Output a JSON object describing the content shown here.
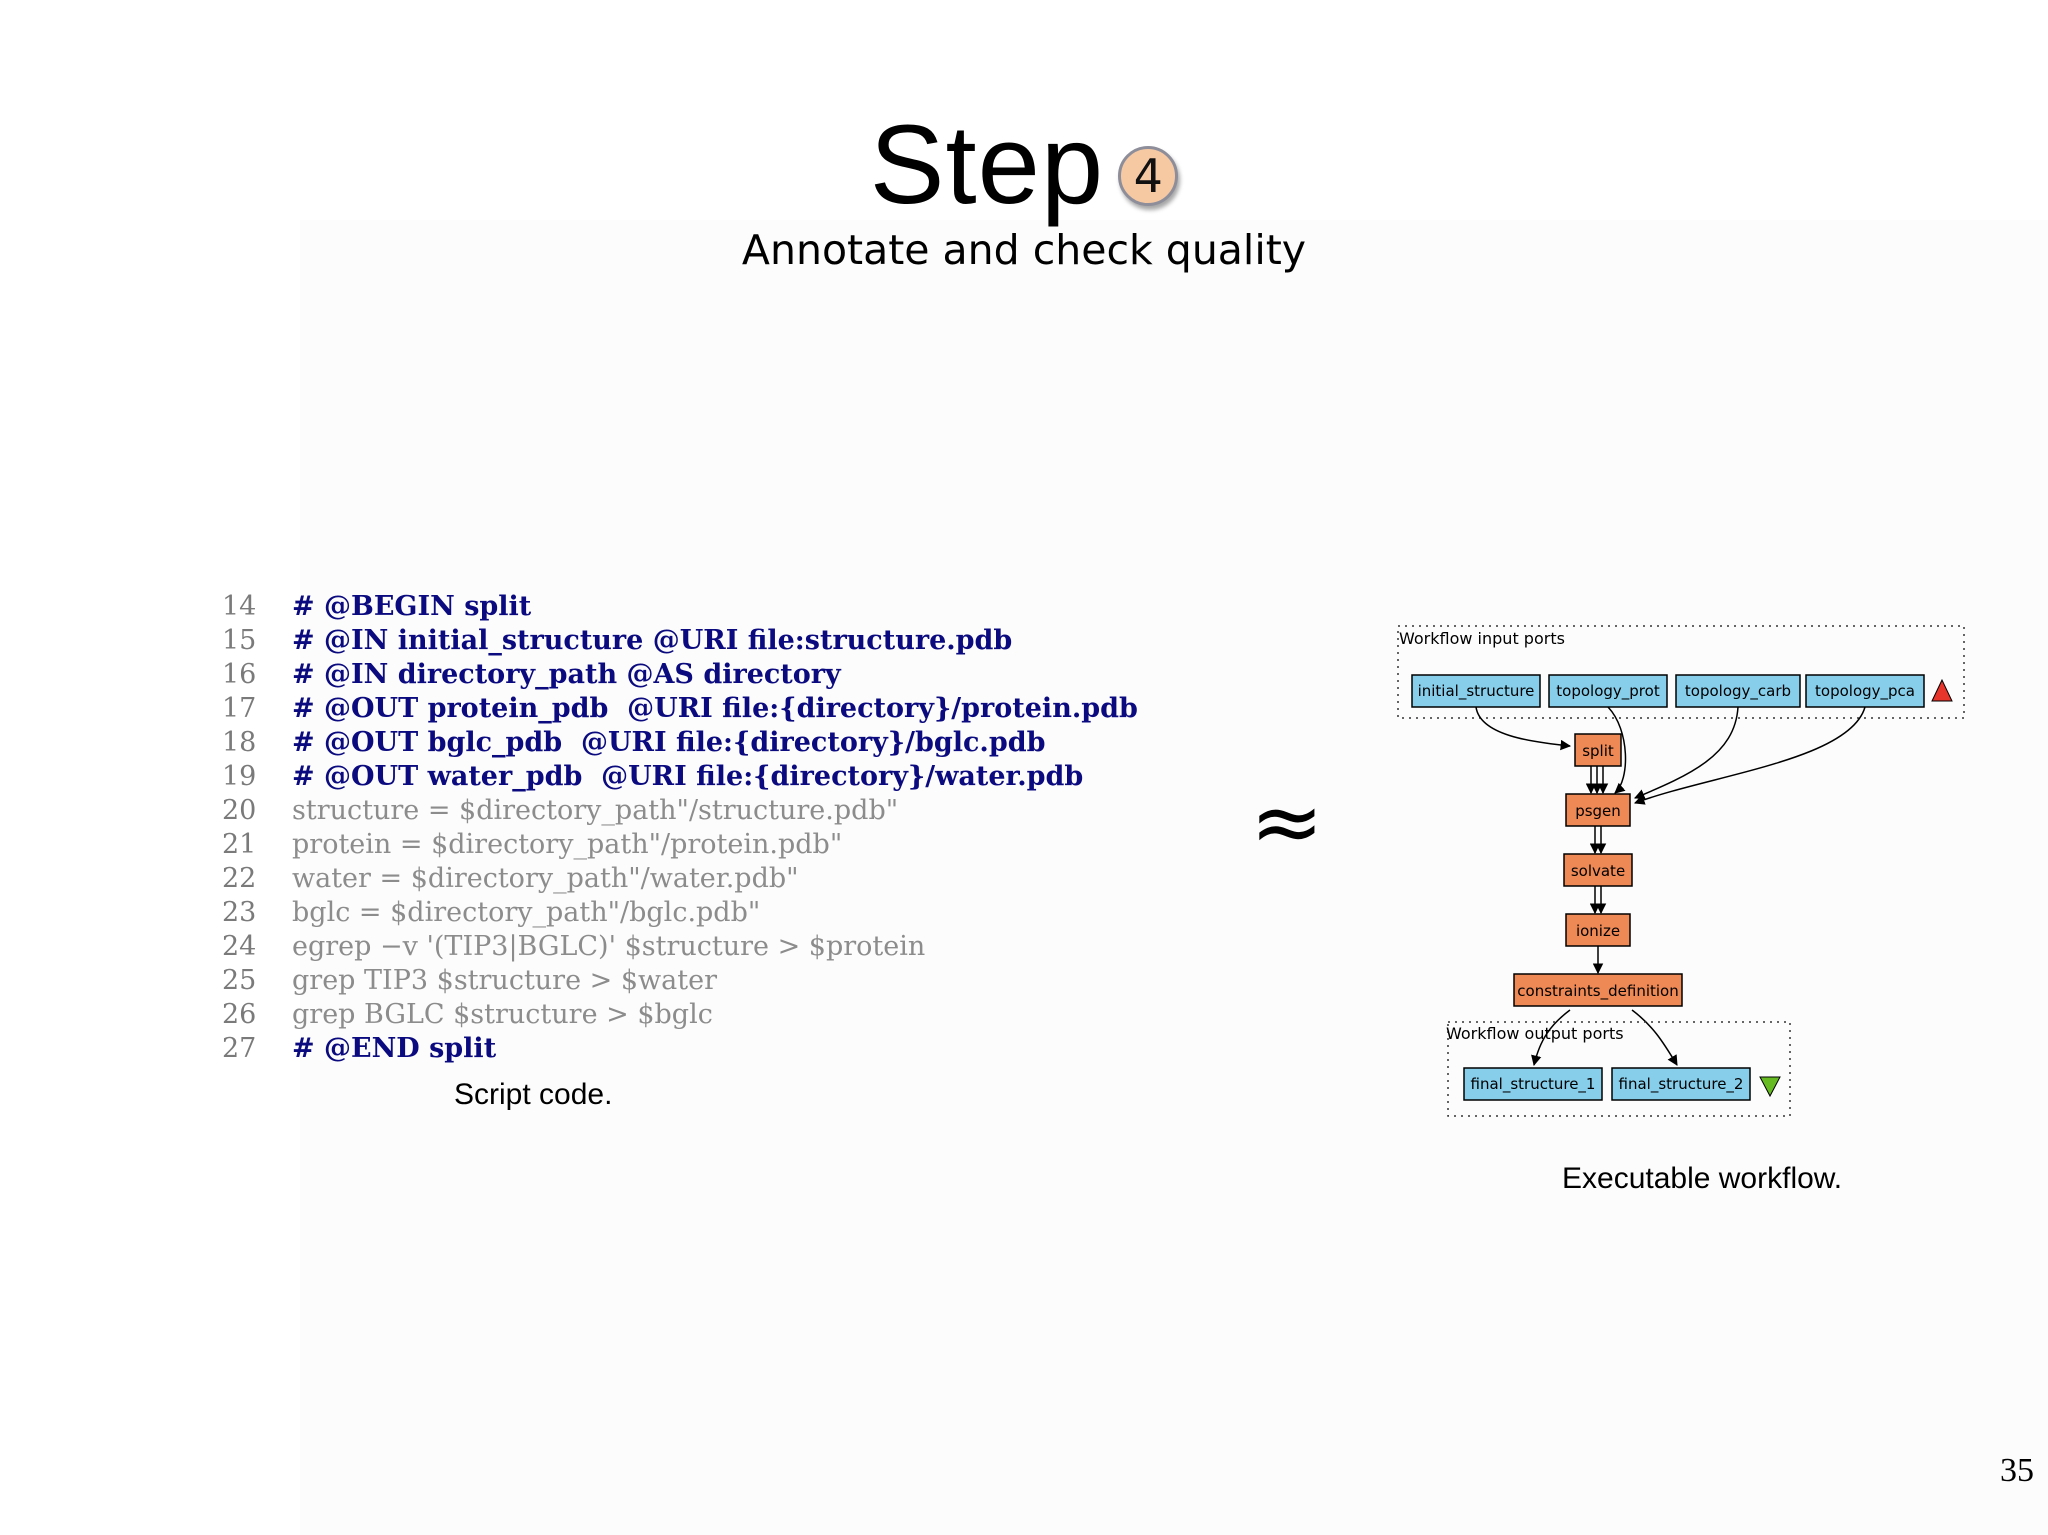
{
  "slide": {
    "title": "Step",
    "step_number": "4",
    "subtitle": "Annotate and check quality",
    "approx_symbol": "≈",
    "page_number": "35"
  },
  "script": {
    "caption": "Script code.",
    "lines": [
      {
        "n": "14",
        "text": "# @BEGIN split",
        "style": "kw"
      },
      {
        "n": "15",
        "text": "# @IN initial_structure @URI file:structure.pdb",
        "style": "kw"
      },
      {
        "n": "16",
        "text": "# @IN directory_path @AS directory",
        "style": "kw"
      },
      {
        "n": "17",
        "text": "# @OUT protein_pdb  @URI file:{directory}/protein.pdb",
        "style": "kw"
      },
      {
        "n": "18",
        "text": "# @OUT bglc_pdb  @URI file:{directory}/bglc.pdb",
        "style": "kw"
      },
      {
        "n": "19",
        "text": "# @OUT water_pdb  @URI file:{directory}/water.pdb",
        "style": "kw"
      },
      {
        "n": "20",
        "text": "structure = $directory_path\"/structure.pdb\"",
        "style": "pl"
      },
      {
        "n": "21",
        "text": "protein = $directory_path\"/protein.pdb\"",
        "style": "pl"
      },
      {
        "n": "22",
        "text": "water = $directory_path\"/water.pdb\"",
        "style": "pl"
      },
      {
        "n": "23",
        "text": "bglc = $directory_path\"/bglc.pdb\"",
        "style": "pl"
      },
      {
        "n": "24",
        "text": "egrep −v '(TIP3|BGLC)' $structure > $protein",
        "style": "pl"
      },
      {
        "n": "25",
        "text": "grep TIP3 $structure > $water",
        "style": "pl"
      },
      {
        "n": "26",
        "text": "grep BGLC $structure > $bglc",
        "style": "pl"
      },
      {
        "n": "27",
        "text": "# @END split",
        "style": "kw"
      }
    ]
  },
  "workflow": {
    "caption": "Executable workflow.",
    "input_ports_label": "Workflow input ports",
    "output_ports_label": "Workflow output ports",
    "inputs": [
      "initial_structure",
      "topology_prot",
      "topology_carb",
      "topology_pca"
    ],
    "processes": [
      "split",
      "psgen",
      "solvate",
      "ionize",
      "constraints_definition"
    ],
    "outputs": [
      "final_structure_1",
      "final_structure_2"
    ],
    "colors": {
      "input": "#87ceeb",
      "process": "#ee8855",
      "up_triangle": "#e8352b",
      "down_triangle": "#66bb22"
    }
  }
}
